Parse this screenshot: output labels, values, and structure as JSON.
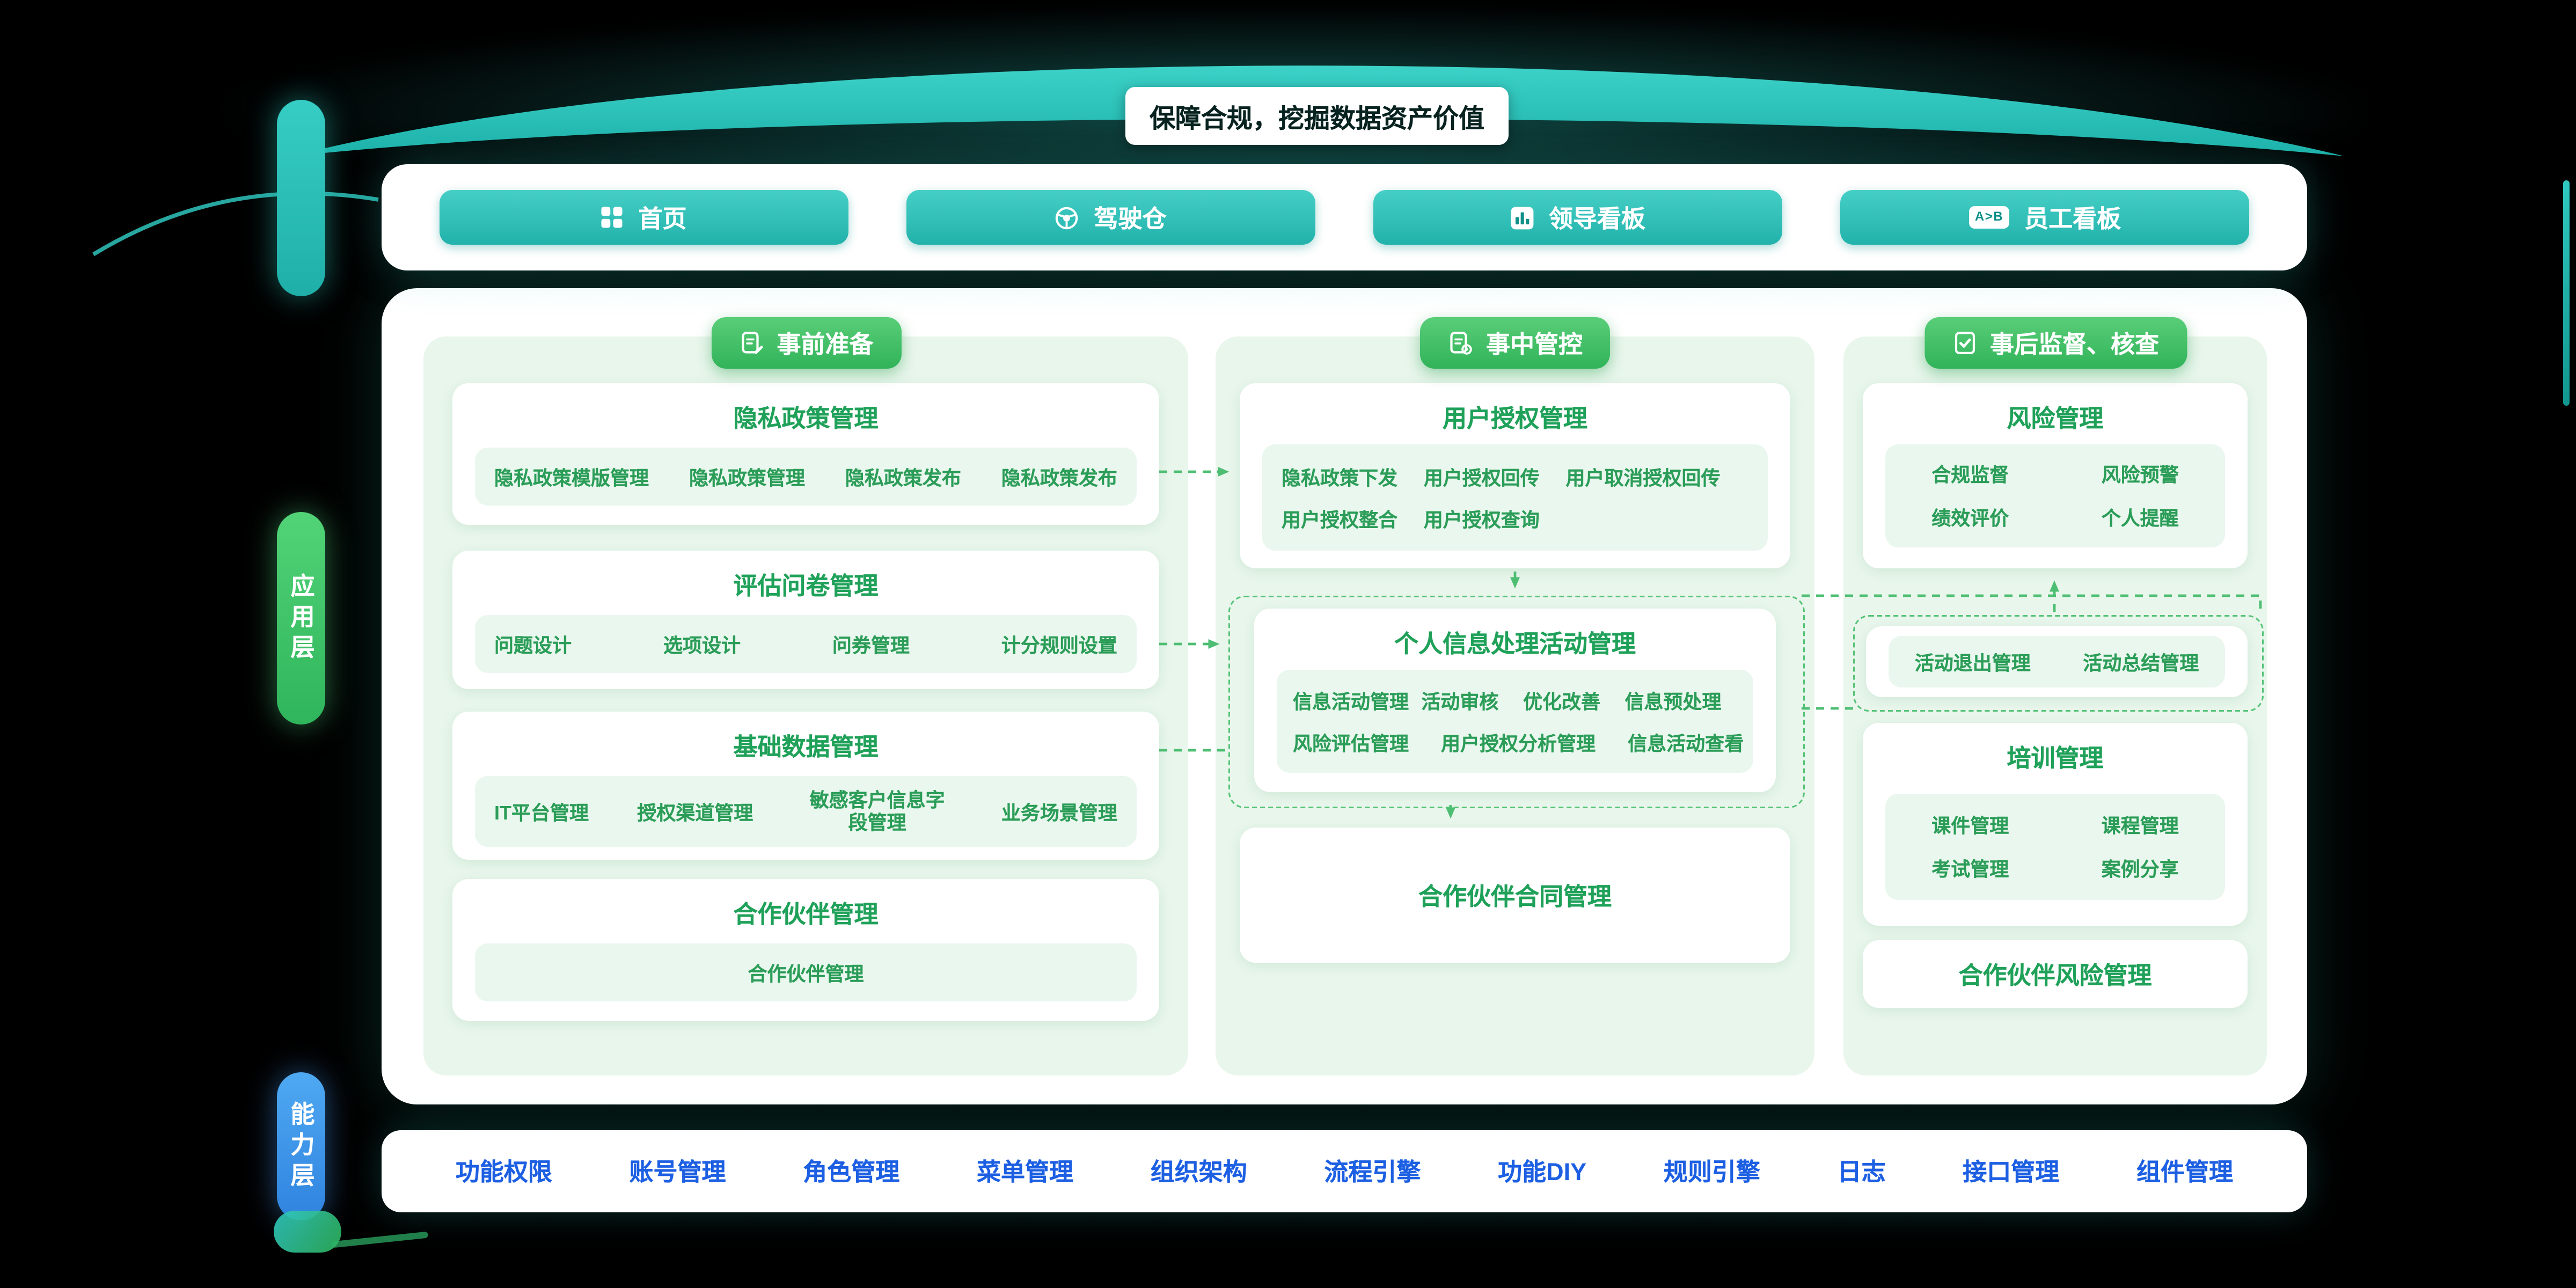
{
  "banner": {
    "title": "保障合规，挖掘数据资产价值"
  },
  "nav": {
    "items": [
      {
        "label": "首页"
      },
      {
        "label": "驾驶仓"
      },
      {
        "label": "领导看板"
      },
      {
        "label": "员工看板",
        "icon_text": "A>B"
      }
    ]
  },
  "layers": {
    "application": "应用层",
    "capability": "能力层"
  },
  "sections": [
    {
      "header": "事前准备",
      "cards": [
        {
          "title": "隐私政策管理",
          "items": [
            "隐私政策模版管理",
            "隐私政策管理",
            "隐私政策发布",
            "隐私政策发布"
          ]
        },
        {
          "title": "评估问卷管理",
          "items": [
            "问题设计",
            "选项设计",
            "问券管理",
            "计分规则设置"
          ]
        },
        {
          "title": "基础数据管理",
          "items": [
            "IT平台管理",
            "授权渠道管理",
            "敏感客户信息字段管理",
            "业务场景管理"
          ]
        },
        {
          "title": "合作伙伴管理",
          "items": [
            "合作伙伴管理"
          ]
        }
      ]
    },
    {
      "header": "事中管控",
      "cards": [
        {
          "title": "用户授权管理",
          "items": [
            "隐私政策下发",
            "用户授权回传",
            "用户取消授权回传",
            "用户授权整合",
            "用户授权查询"
          ]
        },
        {
          "title": "个人信息处理活动管理",
          "items": [
            "信息活动管理",
            "活动审核",
            "优化改善",
            "信息预处理",
            "风险评估管理",
            "用户授权分析管理",
            "信息活动查看"
          ]
        },
        {
          "title": "合作伙伴合同管理",
          "items": []
        }
      ]
    },
    {
      "header": "事后监督、核查",
      "cards": [
        {
          "title": "风险管理",
          "items": [
            "合规监督",
            "风险预警",
            "绩效评价",
            "个人提醒"
          ]
        },
        {
          "title": "",
          "items": [
            "活动退出管理",
            "活动总结管理"
          ]
        },
        {
          "title": "培训管理",
          "items": [
            "课件管理",
            "课程管理",
            "考试管理",
            "案例分享"
          ]
        },
        {
          "title": "合作伙伴风险管理",
          "items": []
        }
      ]
    }
  ],
  "bottom": {
    "items": [
      "功能权限",
      "账号管理",
      "角色管理",
      "菜单管理",
      "组织架构",
      "流程引擎",
      "功能DIY",
      "规则引擎",
      "日志",
      "接口管理",
      "组件管理"
    ]
  },
  "colors": {
    "teal": "#2BBFB8",
    "green": "#3FBE66",
    "panel_green": "#E9F6EC",
    "text_green": "#1FA159",
    "blue_text": "#1C5FE2",
    "dashed": "#55C377"
  }
}
